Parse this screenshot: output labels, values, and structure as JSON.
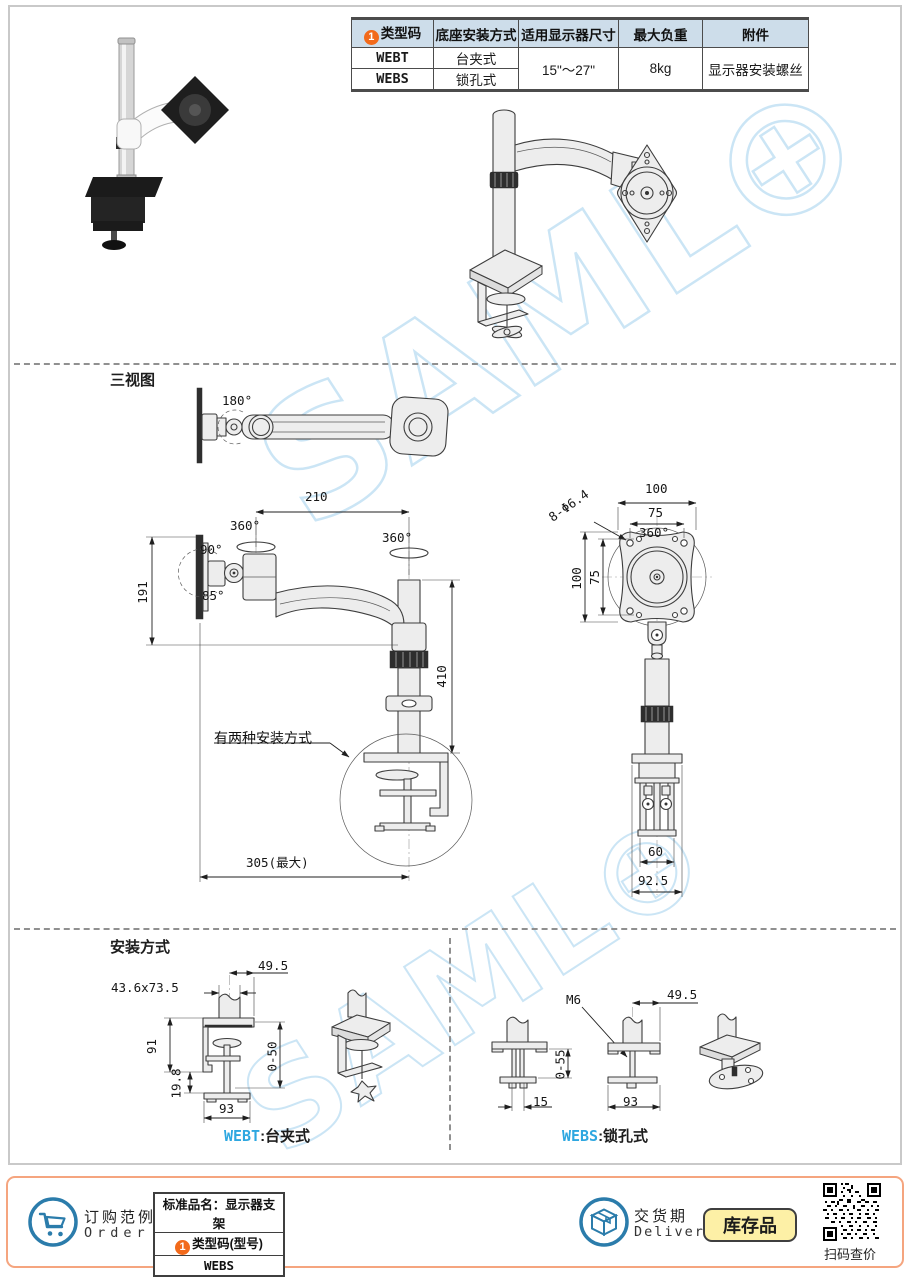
{
  "page": {
    "watermark": "SAML⊕",
    "colors": {
      "accent_blue": "#2ea7e0",
      "badge_orange": "#f26a1b",
      "table_header_bg": "#cdddea",
      "footer_border": "#f5a57f",
      "icon_blue": "#2b7cab",
      "stock_bg": "#fdf0a6"
    }
  },
  "spec_table": {
    "header": {
      "code_badge": "1",
      "code": "类型码",
      "mount": "底座安装方式",
      "size": "适用显示器尺寸",
      "load": "最大负重",
      "accessory": "附件"
    },
    "rows": {
      "webt_code": "WEBT",
      "webt_mount": "台夹式",
      "webs_code": "WEBS",
      "webs_mount": "锁孔式"
    },
    "merged": {
      "size": "15\"～27\"",
      "load": "8kg",
      "accessory": "显示器安装螺丝"
    }
  },
  "sections": {
    "three_views": "三视图",
    "installation": "安装方式"
  },
  "top_view": {
    "angle_180": "180°"
  },
  "front_view": {
    "dim_210": "210",
    "rot_360_left": "360°",
    "rot_360_right": "360°",
    "angle_90": "90°",
    "angle_85": "85°",
    "dim_191": "191",
    "dim_410": "410",
    "note": "有两种安装方式",
    "dim_305": "305(最大)"
  },
  "side_view": {
    "dim_100_top": "100",
    "dim_75_top": "75",
    "dim_holes": "8-Φ6.4",
    "rot_360": "360°",
    "dim_100_left": "100",
    "dim_75_left": "75",
    "dim_60": "60",
    "dim_92_5": "92.5"
  },
  "webt": {
    "dim_49_5": "49.5",
    "dim_slot": "43.6x73.5",
    "dim_91": "91",
    "dim_19_8": "19.8",
    "dim_0_50": "0-50",
    "dim_93": "93",
    "caption_code": "WEBT",
    "caption_rest": ":台夹式"
  },
  "webs": {
    "label_m6": "M6",
    "dim_49_5": "49.5",
    "dim_0_55": "0-55",
    "dim_15": "15",
    "dim_93": "93",
    "caption_code": "WEBS",
    "caption_rest": ":锁孔式"
  },
  "footer": {
    "order_cn": "订购范例",
    "order_en": "Order",
    "product_name": "标准品名：显示器支架",
    "code_badge": "1",
    "code_label": "类型码(型号)",
    "example_code": "WEBS",
    "delivery_cn": "交货期",
    "delivery_en": "Delivery",
    "stock": "库存品",
    "qr_caption": "扫码查价"
  }
}
